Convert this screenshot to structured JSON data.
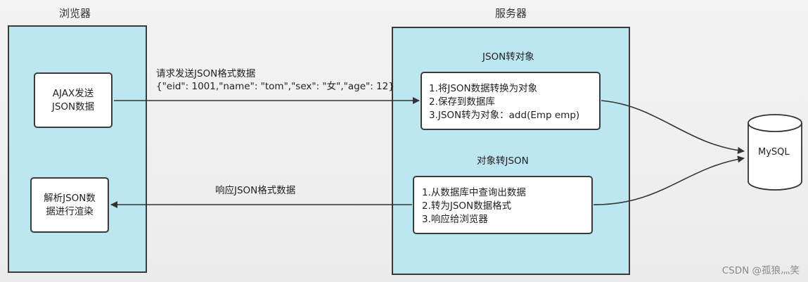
{
  "browser": {
    "title": "浏览器",
    "send_box": [
      "AJAX发送",
      "JSON数据"
    ],
    "parse_box": [
      "解析JSON数",
      "据进行渲染"
    ]
  },
  "server": {
    "title": "服务器",
    "json_to_object": {
      "heading": "JSON转对象",
      "steps": [
        "1.将JSON数据转换为对象",
        "2.保存到数据库",
        "3.JSON转为对象：add(Emp emp)"
      ]
    },
    "object_to_json": {
      "heading": "对象转JSON",
      "steps": [
        "1.从数据库中查询出数据",
        "2.转为JSON数据格式",
        "3.响应给浏览器"
      ]
    }
  },
  "request": {
    "label": "请求发送JSON格式数据",
    "payload": "{\"eid\": 1001,\"name\": \"tom\",\"sex\": \"女\",\"age\": 12}"
  },
  "response": {
    "label": "响应JSON格式数据"
  },
  "database": {
    "label": "MySQL"
  },
  "watermark": "CSDN @孤狼灬笑"
}
